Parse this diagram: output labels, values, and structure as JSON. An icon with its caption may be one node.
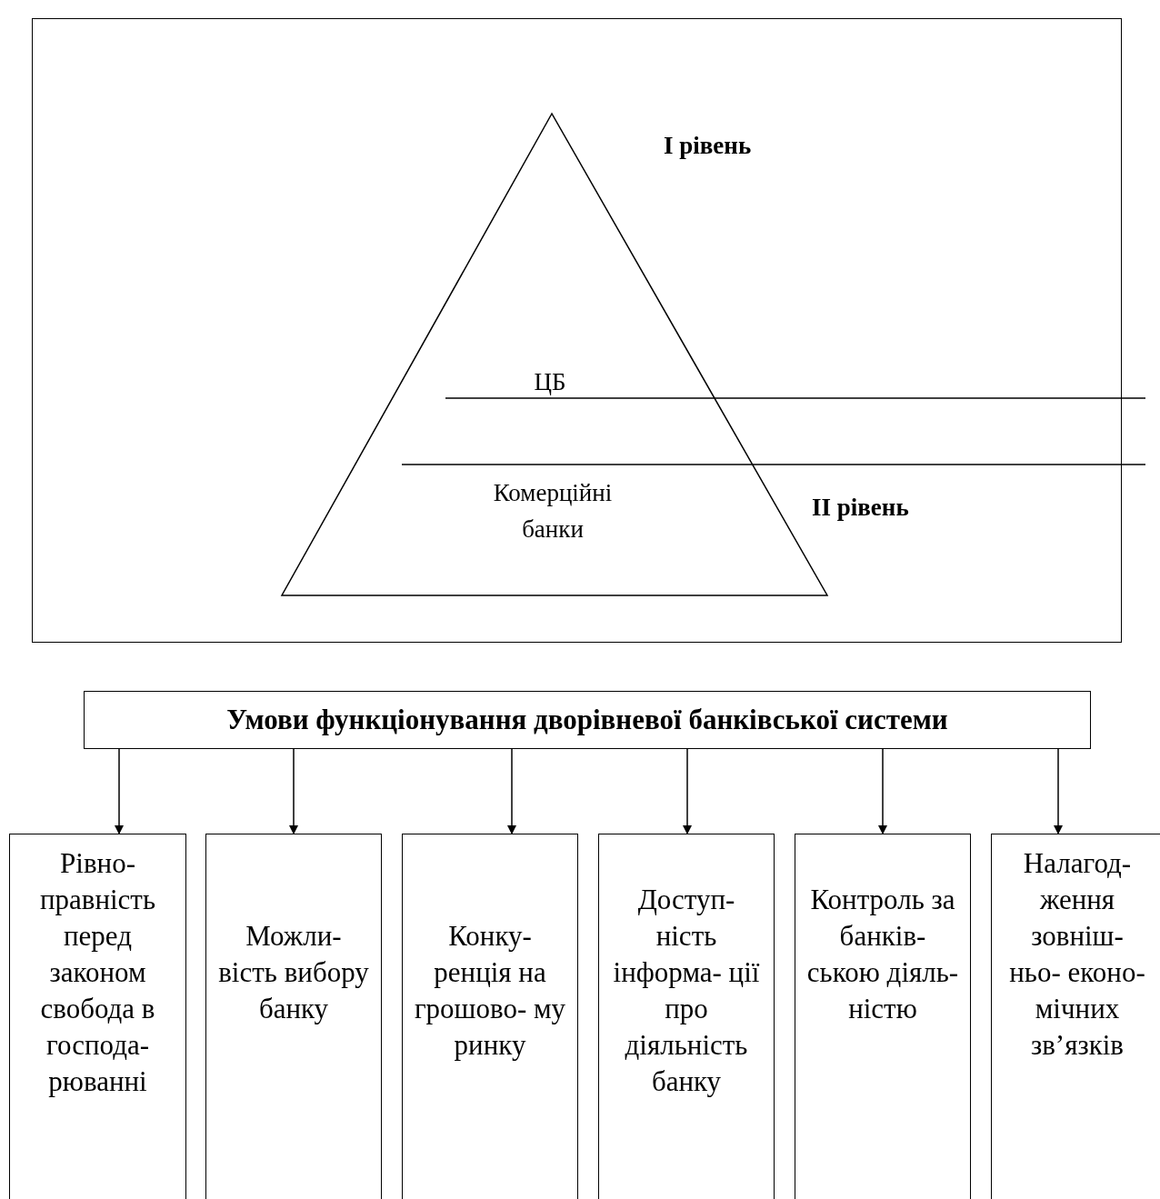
{
  "diagram": {
    "nodes": [
      {
        "text": [
          "Умови функціонування дворівневої банківської системи"
        ]
      },
      {
        "text": [
          "Рівно- правність перед законом свобода в господа- рюванні"
        ]
      },
      {
        "text": [
          "Можли- вість вибору банку"
        ]
      },
      {
        "text": [
          "Конку- ренція на грошово- му ринку"
        ]
      },
      {
        "text": [
          "Доступ- ність інформа- ції про діяльність банку"
        ]
      },
      {
        "text": [
          "Контроль за банків- ською діяль- ністю"
        ]
      },
      {
        "text": [
          "Налагод- ження зовніш- ньо- еконо- мічних зв’язків"
        ]
      }
    ],
    "edges": [
      {
        "from": 0,
        "to": 1,
        "arrow": "to"
      },
      {
        "from": 0,
        "to": 2,
        "arrow": "to"
      },
      {
        "from": 0,
        "to": 3,
        "arrow": "to"
      },
      {
        "from": 0,
        "to": 4,
        "arrow": "to"
      },
      {
        "from": 0,
        "to": 5,
        "arrow": "to"
      },
      {
        "from": 0,
        "to": 6,
        "arrow": "to"
      }
    ],
    "labels": [
      "І рівень",
      "ЦБ",
      "Комерційні банки",
      "ІІ рівень"
    ]
  }
}
